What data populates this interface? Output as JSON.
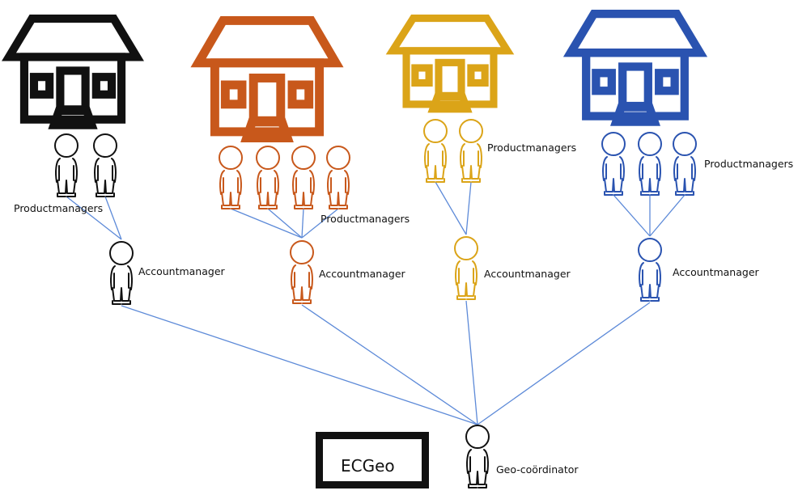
{
  "colors": {
    "black": "#111111",
    "orange": "#c8581b",
    "yellow": "#dba418",
    "blue": "#2a53b0",
    "line": "#5d8ad8"
  },
  "teams": [
    {
      "color": "black",
      "productmanagers_label": "Productmanagers",
      "productmanager_count": 2,
      "accountmanager_label": "Accountmanager"
    },
    {
      "color": "orange",
      "productmanagers_label": "Productmanagers",
      "productmanager_count": 4,
      "accountmanager_label": "Accountmanager"
    },
    {
      "color": "yellow",
      "productmanagers_label": "Productmanagers",
      "productmanager_count": 2,
      "accountmanager_label": "Accountmanager"
    },
    {
      "color": "blue",
      "productmanagers_label": "Productmanagers",
      "productmanager_count": 3,
      "accountmanager_label": "Accountmanager"
    }
  ],
  "coordinator": {
    "label": "Geo-coördinator"
  },
  "box": {
    "label": "ECGeo"
  }
}
